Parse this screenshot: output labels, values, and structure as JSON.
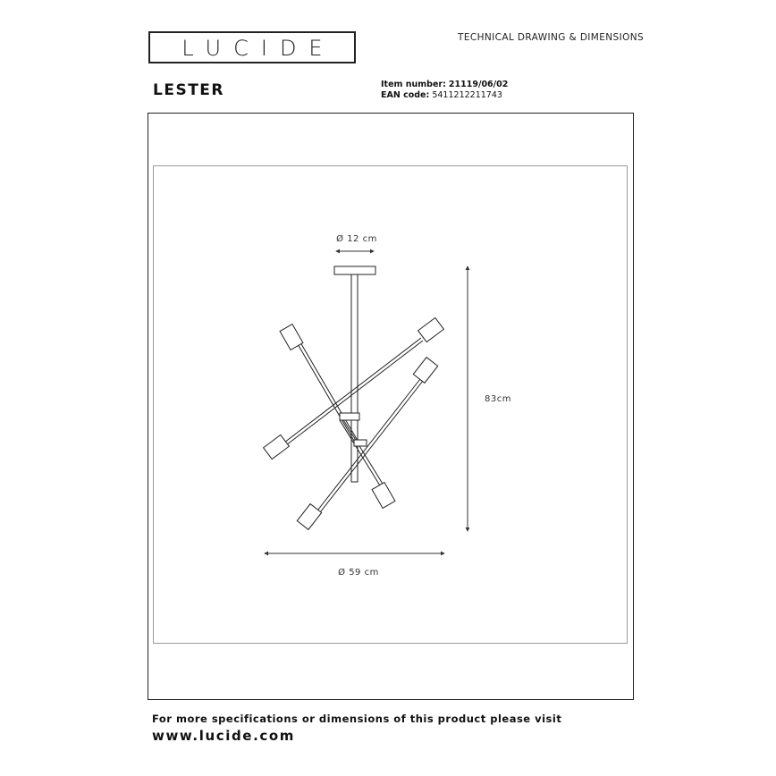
{
  "brand": {
    "logo_text": "LUCIDE"
  },
  "header": {
    "document_type": "TECHNICAL DRAWING & DIMENSIONS"
  },
  "product": {
    "name": "LESTER",
    "item_number_label": "Item number:",
    "item_number": "21119/06/02",
    "ean_label": "EAN code:",
    "ean": "5411212211743"
  },
  "dimensions": {
    "canopy_diameter": "Ø 12 cm",
    "height": "83cm",
    "diameter": "Ø 59 cm"
  },
  "footer": {
    "note": "For more specifications or dimensions of this product please visit",
    "url": "www.lucide.com"
  }
}
